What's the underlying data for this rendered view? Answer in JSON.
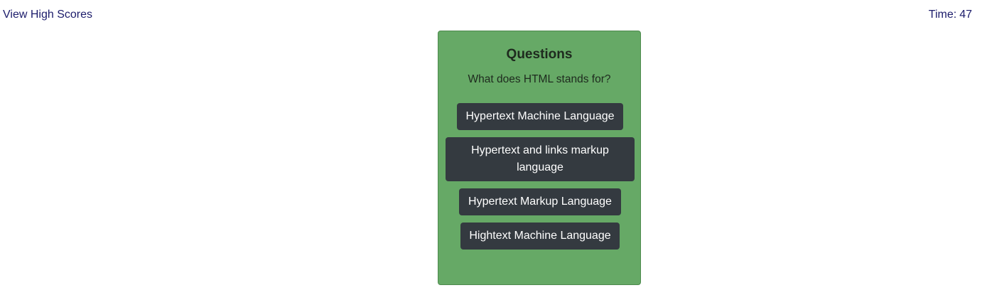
{
  "header": {
    "high_scores_link": "View High Scores",
    "timer_label": "Time:",
    "timer_value": "47"
  },
  "quiz": {
    "title": "Questions",
    "question": "What does HTML stands for?",
    "answers": [
      "Hypertext Machine Language",
      "Hypertext and links markup language",
      "Hypertext Markup Language",
      "Hightext Machine Language"
    ]
  },
  "colors": {
    "card_background": "#66a966",
    "button_background": "#343a40",
    "link_color": "#1c1c6b"
  }
}
